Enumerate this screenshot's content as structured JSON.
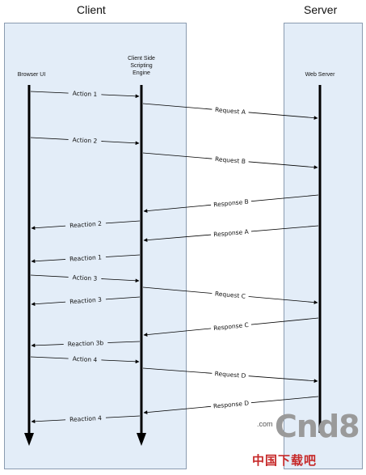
{
  "regions": {
    "client": "Client",
    "server": "Server"
  },
  "lanes": {
    "browser": "Browser UI",
    "engine_line1": "Client Side",
    "engine_line2": "Scripting",
    "engine_line3": "Engine",
    "webserver": "Web Server"
  },
  "messages": [
    {
      "label": "Action 1",
      "from": "browser",
      "to": "engine"
    },
    {
      "label": "Request A",
      "from": "engine",
      "to": "webserver"
    },
    {
      "label": "Action 2",
      "from": "browser",
      "to": "engine"
    },
    {
      "label": "Request B",
      "from": "engine",
      "to": "webserver"
    },
    {
      "label": "Response B",
      "from": "webserver",
      "to": "engine"
    },
    {
      "label": "Reaction 2",
      "from": "engine",
      "to": "browser"
    },
    {
      "label": "Response A",
      "from": "webserver",
      "to": "engine"
    },
    {
      "label": "Reaction 1",
      "from": "engine",
      "to": "browser"
    },
    {
      "label": "Action 3",
      "from": "browser",
      "to": "engine"
    },
    {
      "label": "Request C",
      "from": "engine",
      "to": "webserver"
    },
    {
      "label": "Reaction 3",
      "from": "engine",
      "to": "browser"
    },
    {
      "label": "Response C",
      "from": "webserver",
      "to": "engine"
    },
    {
      "label": "Reaction 3b",
      "from": "engine",
      "to": "browser"
    },
    {
      "label": "Action 4",
      "from": "browser",
      "to": "engine"
    },
    {
      "label": "Request D",
      "from": "engine",
      "to": "webserver"
    },
    {
      "label": "Response D",
      "from": "webserver",
      "to": "engine"
    },
    {
      "label": "Reaction 4",
      "from": "engine",
      "to": "browser"
    }
  ],
  "watermark": {
    "dotcom": ".com",
    "logo": "Cnd8",
    "chinese": "中国下载吧"
  },
  "colors": {
    "region_fill": "#e3edf8",
    "line": "#000000",
    "watermark_red": "#c62828"
  }
}
